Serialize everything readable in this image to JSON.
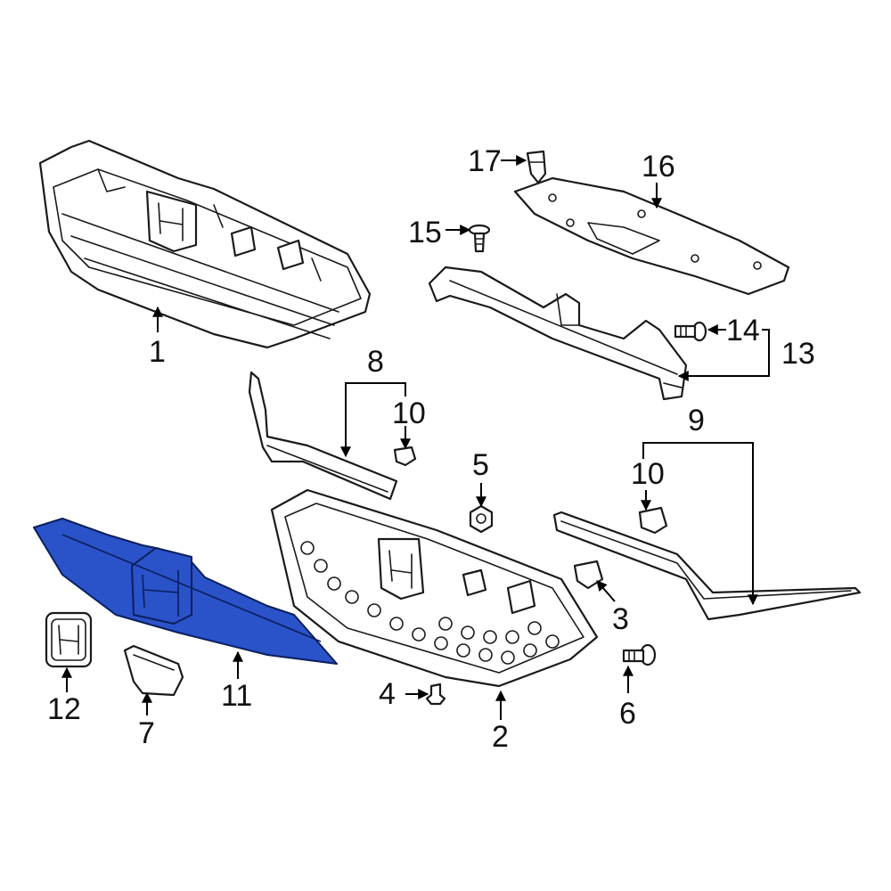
{
  "diagram": {
    "highlight_color": "#2a52c9",
    "callouts": {
      "c1": "1",
      "c2": "2",
      "c3": "3",
      "c4": "4",
      "c5": "5",
      "c6": "6",
      "c7": "7",
      "c8": "8",
      "c9": "9",
      "c10a": "10",
      "c10b": "10",
      "c11": "11",
      "c12": "12",
      "c13": "13",
      "c14": "14",
      "c15": "15",
      "c16": "16",
      "c17": "17"
    }
  }
}
